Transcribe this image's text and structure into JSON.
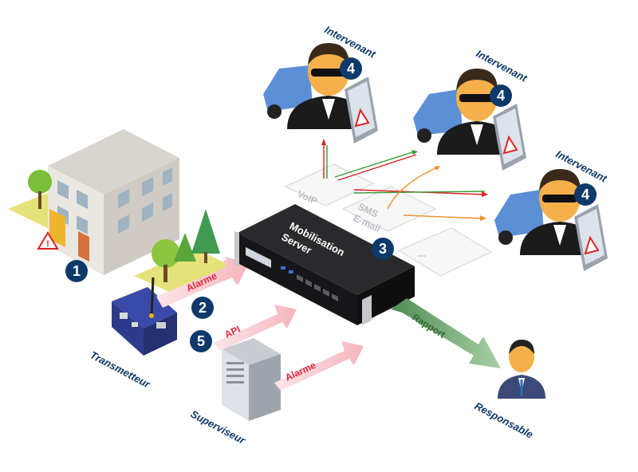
{
  "labels": {
    "intervenant": "Intervenant",
    "transmetteur": "Transmetteur",
    "superviseur": "Superviseur",
    "responsable": "Responsable"
  },
  "server": {
    "line1": "Mobilisation",
    "line2": "Server"
  },
  "channels": {
    "voip": "VoIP",
    "sms": "SMS",
    "email": "E-mail",
    "more": "..."
  },
  "arrows": {
    "alarme": "Alarme",
    "api": "API",
    "rapport": "Rapport"
  },
  "steps": {
    "s1": "1",
    "s2": "2",
    "s3": "3",
    "s4": "4",
    "s5": "5"
  },
  "colors": {
    "badge": "#0e3a6b",
    "alarm_arrow": "#f7c2c7",
    "alarm_text": "#e0263a",
    "rapport_arrow": "#7fae7d",
    "rapport_text": "#2f6b34",
    "server": "#1d1d1d"
  }
}
